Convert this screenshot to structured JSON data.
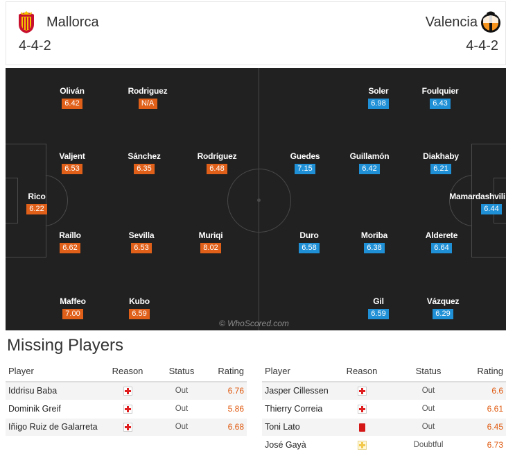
{
  "header": {
    "home": {
      "name": "Mallorca",
      "formation": "4-4-2",
      "crest_icon": "mallorca-crest-icon"
    },
    "away": {
      "name": "Valencia",
      "formation": "4-4-2",
      "crest_icon": "valencia-crest-icon"
    }
  },
  "pitch": {
    "watermark": "© WhoScored.com",
    "home_players": [
      {
        "name": "Oliván",
        "rating": "6.42"
      },
      {
        "name": "Rodriguez",
        "rating": "N/A"
      },
      {
        "name": "Valjent",
        "rating": "6.53"
      },
      {
        "name": "Sánchez",
        "rating": "6.35"
      },
      {
        "name": "Rodríguez",
        "rating": "6.48"
      },
      {
        "name": "Rico",
        "rating": "6.22"
      },
      {
        "name": "Raíllo",
        "rating": "6.62"
      },
      {
        "name": "Sevilla",
        "rating": "6.53"
      },
      {
        "name": "Muriqi",
        "rating": "8.02"
      },
      {
        "name": "Maffeo",
        "rating": "7.00"
      },
      {
        "name": "Kubo",
        "rating": "6.59"
      }
    ],
    "away_players": [
      {
        "name": "Soler",
        "rating": "6.98"
      },
      {
        "name": "Foulquier",
        "rating": "6.43"
      },
      {
        "name": "Guedes",
        "rating": "7.15"
      },
      {
        "name": "Guillamón",
        "rating": "6.42"
      },
      {
        "name": "Diakhaby",
        "rating": "6.21"
      },
      {
        "name": "Mamardashvili",
        "rating": "6.44"
      },
      {
        "name": "Duro",
        "rating": "6.58"
      },
      {
        "name": "Moriba",
        "rating": "6.38"
      },
      {
        "name": "Alderete",
        "rating": "6.64"
      },
      {
        "name": "Gil",
        "rating": "6.59"
      },
      {
        "name": "Vázquez",
        "rating": "6.29"
      }
    ]
  },
  "missing": {
    "title": "Missing Players",
    "columns": {
      "player": "Player",
      "reason": "Reason",
      "status": "Status",
      "rating": "Rating"
    },
    "home": [
      {
        "player": "Iddrisu Baba",
        "reason_icon": "injury-icon",
        "status": "Out",
        "rating": "6.76"
      },
      {
        "player": "Dominik Greif",
        "reason_icon": "injury-icon",
        "status": "Out",
        "rating": "5.86"
      },
      {
        "player": "Iñigo Ruiz de Galarreta",
        "reason_icon": "injury-icon",
        "status": "Out",
        "rating": "6.68"
      }
    ],
    "away": [
      {
        "player": "Jasper Cillessen",
        "reason_icon": "injury-icon",
        "status": "Out",
        "rating": "6.6"
      },
      {
        "player": "Thierry Correia",
        "reason_icon": "injury-icon",
        "status": "Out",
        "rating": "6.61"
      },
      {
        "player": "Toni Lato",
        "reason_icon": "red-card-icon",
        "status": "Out",
        "rating": "6.45"
      },
      {
        "player": "José Gayà",
        "reason_icon": "doubtful-icon",
        "status": "Doubtful",
        "rating": "6.73"
      }
    ]
  }
}
